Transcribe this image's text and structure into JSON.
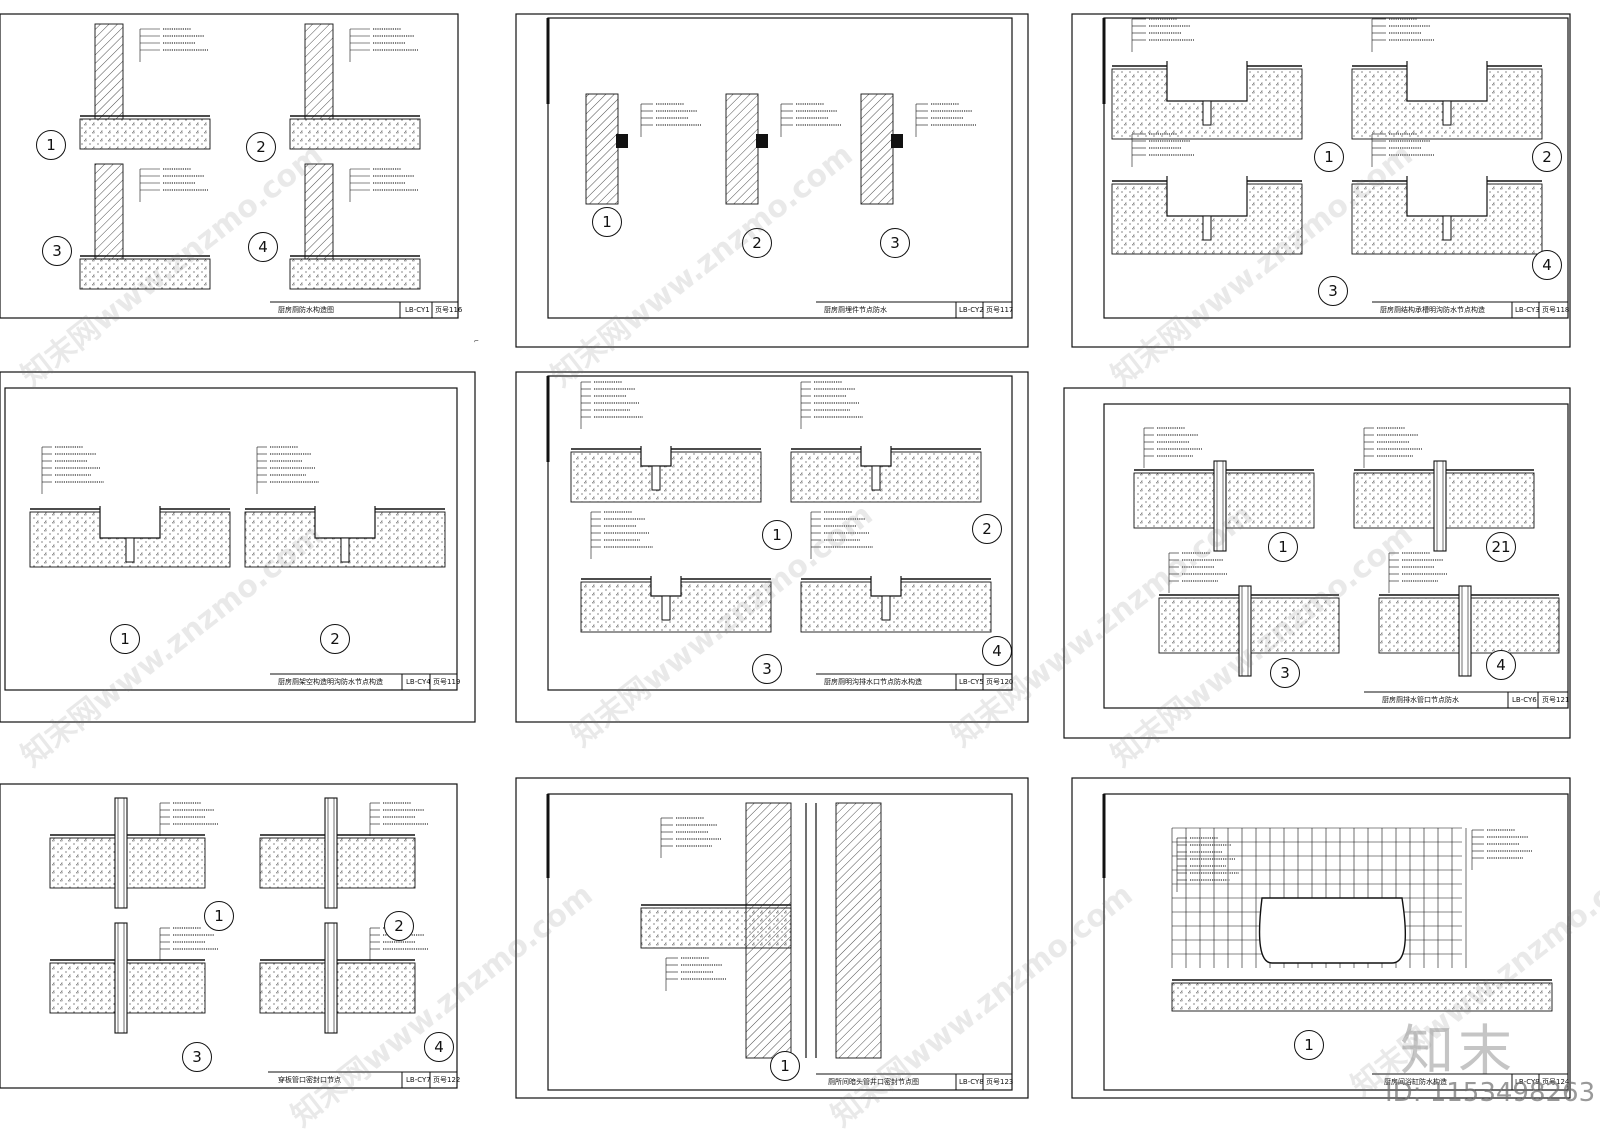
{
  "sheets": [
    {
      "title": "厨房厕防水构造图",
      "code": "LB-CY1",
      "page": "页号116",
      "details": [
        "1",
        "2",
        "3",
        "4"
      ]
    },
    {
      "title": "厨房厕埋件节点防水",
      "code": "LB-CY2",
      "page": "页号117",
      "details": [
        "1",
        "2",
        "3"
      ]
    },
    {
      "title": "厨房厕结构承槽明沟防水节点构造",
      "code": "LB-CY3",
      "page": "页号118",
      "details": [
        "1",
        "2",
        "3",
        "4"
      ]
    },
    {
      "title": "厨房厕架空构造明沟防水节点构造",
      "code": "LB-CY4",
      "page": "页号119",
      "details": [
        "1",
        "2"
      ]
    },
    {
      "title": "厨房厕明沟排水口节点防水构造",
      "code": "LB-CY5",
      "page": "页号120",
      "details": [
        "1",
        "2",
        "3",
        "4"
      ]
    },
    {
      "title": "厨房厕排水管口节点防水",
      "code": "LB-CY6",
      "page": "页号121",
      "details": [
        "1",
        "21",
        "3",
        "4"
      ]
    },
    {
      "title": "穿板管口密封口节点",
      "code": "LB-CY7",
      "page": "页号122",
      "details": [
        "1",
        "2",
        "3",
        "4"
      ]
    },
    {
      "title": "厕所间暗头管井口密封节点图",
      "code": "LB-CY8",
      "page": "页号123",
      "details": [
        "1"
      ]
    },
    {
      "title": "厨房间浴缸防水构造",
      "code": "LB-CY9",
      "page": "页号124",
      "details": [
        "1"
      ]
    }
  ],
  "watermark": {
    "text": "知末网www.znzmo.com"
  },
  "brand": {
    "logo": "知末",
    "id_label": "ID: 1153498263"
  }
}
